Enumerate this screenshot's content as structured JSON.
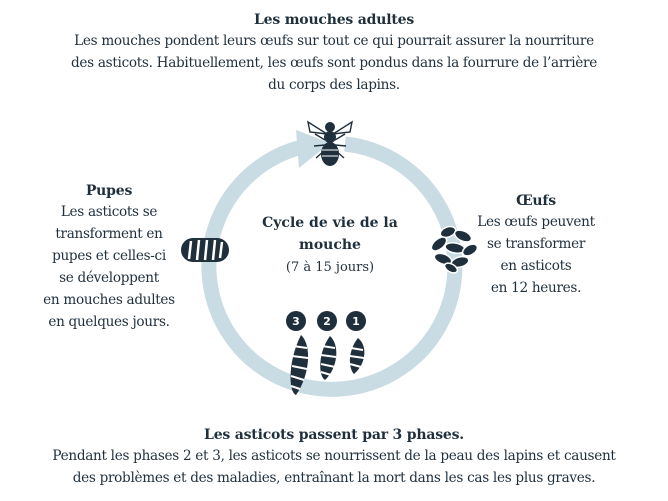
{
  "adults": {
    "title": "Les mouches adultes",
    "lines": [
      "Les mouches pondent leurs œufs sur tout ce qui pourrait assurer la nourriture",
      "des asticots. Habituellement, les œufs sont pondus dans la fourrure de l’arrière",
      "du corps des lapins."
    ]
  },
  "pupes": {
    "title": "Pupes",
    "lines": [
      "Les asticots se",
      "transforment en",
      "pupes et celles-ci",
      "se développent",
      "en mouches adultes",
      "en quelques jours."
    ]
  },
  "oeufs": {
    "title": "Œufs",
    "lines": [
      "Les œufs peuvent",
      "se transformer",
      "en asticots",
      "en 12 heures."
    ]
  },
  "center": {
    "title_lines": [
      "Cycle de vie de la",
      "mouche"
    ],
    "subtitle": "(7 à 15 jours)"
  },
  "larves": {
    "title": "Les asticots passent par 3 phases.",
    "lines": [
      "Pendant les phases 2 et 3, les asticots se nourrissent de la peau des lapins et causent",
      "des problèmes et des maladies, entraînant la mort dans les cas les plus graves."
    ],
    "stages": [
      "3",
      "2",
      "1"
    ]
  },
  "colors": {
    "ring": "#c9dbe3",
    "icon": "#1f2f3c",
    "text": "#1f2f3c"
  },
  "icons": [
    "fly-icon",
    "eggs-icon",
    "larva-icon",
    "pupa-icon",
    "cycle-arrow-icon"
  ]
}
